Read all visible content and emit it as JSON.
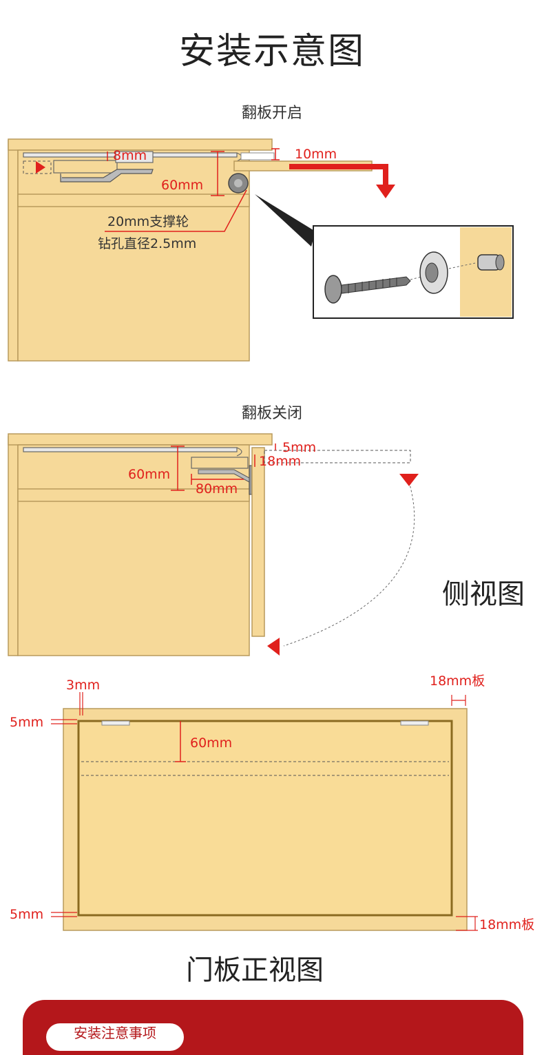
{
  "title": "安装示意图",
  "open_view": {
    "title": "翻板开启",
    "dim_8mm": "8mm",
    "dim_10mm": "10mm",
    "dim_60mm": "60mm",
    "roller_label": "20mm支撑轮",
    "drill_label": "钻孔直径2.5mm"
  },
  "closed_view": {
    "title": "翻板关闭",
    "dim_5mm": "5mm",
    "dim_18mm": "18mm",
    "dim_60mm": "60mm",
    "dim_80mm": "80mm"
  },
  "side_view_label": "侧视图",
  "front_view": {
    "dim_3mm": "3mm",
    "dim_18mm_board_top": "18mm板",
    "dim_5mm_top": "5mm",
    "dim_60mm": "60mm",
    "dim_5mm_bottom": "5mm",
    "dim_18mm_board_bottom": "18mm板",
    "label": "门板正视图"
  },
  "notice": {
    "label": "安装注意事项"
  },
  "colors": {
    "wood": "#f6d999",
    "wood_edge": "#b89a5c",
    "red": "#e0201c",
    "notice_bg": "#b4171b"
  }
}
